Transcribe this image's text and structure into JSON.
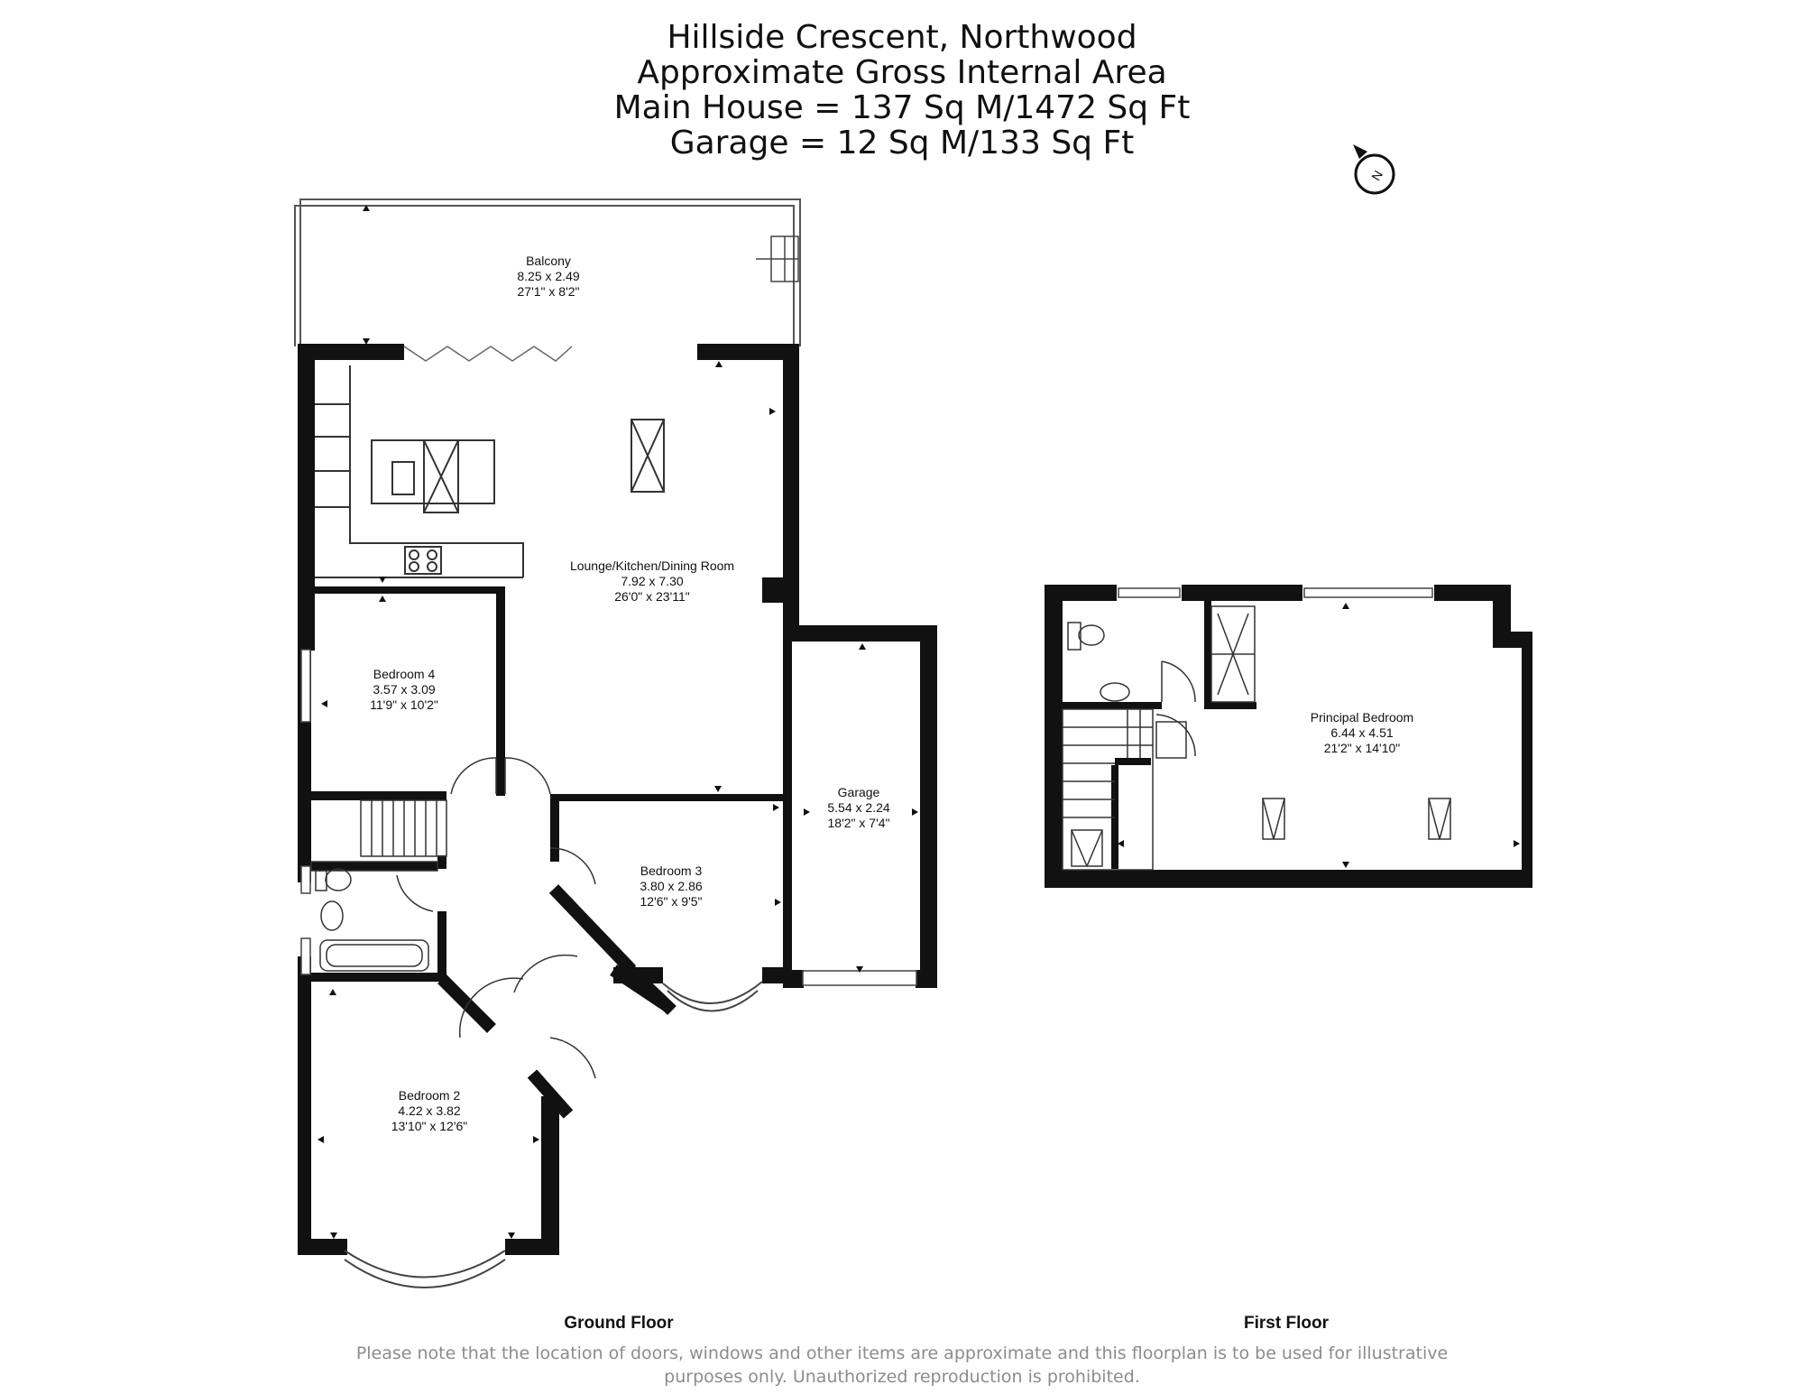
{
  "header": {
    "line1": "Hillside Crescent, Northwood",
    "line2": "Approximate Gross Internal Area",
    "line3": "Main House = 137 Sq M/1472 Sq Ft",
    "line4": "Garage = 12 Sq M/133 Sq Ft"
  },
  "compass": {
    "letter": "N"
  },
  "rooms": {
    "balcony": {
      "name": "Balcony",
      "metric": "8.25 x 2.49",
      "imperial": "27'1\" x 8'2\""
    },
    "lounge": {
      "name": "Lounge/Kitchen/Dining Room",
      "metric": "7.92 x 7.30",
      "imperial": "26'0\" x 23'11\""
    },
    "bedroom4": {
      "name": "Bedroom 4",
      "metric": "3.57 x 3.09",
      "imperial": "11'9\" x 10'2\""
    },
    "garage": {
      "name": "Garage",
      "metric": "5.54 x 2.24",
      "imperial": "18'2\" x 7'4\""
    },
    "bedroom3": {
      "name": "Bedroom 3",
      "metric": "3.80 x 2.86",
      "imperial": "12'6\" x 9'5\""
    },
    "bedroom2": {
      "name": "Bedroom 2",
      "metric": "4.22 x 3.82",
      "imperial": "13'10\" x 12'6\""
    },
    "principal": {
      "name": "Principal Bedroom",
      "metric": "6.44 x 4.51",
      "imperial": "21'2\" x 14'10\""
    }
  },
  "floors": {
    "ground": "Ground Floor",
    "first": "First Floor"
  },
  "disclaimer": {
    "line1": "Please note that the location of doors, windows and other items are approximate and this floorplan is to be used for illustrative",
    "line2": "purposes only. Unauthorized reproduction is prohibited."
  }
}
